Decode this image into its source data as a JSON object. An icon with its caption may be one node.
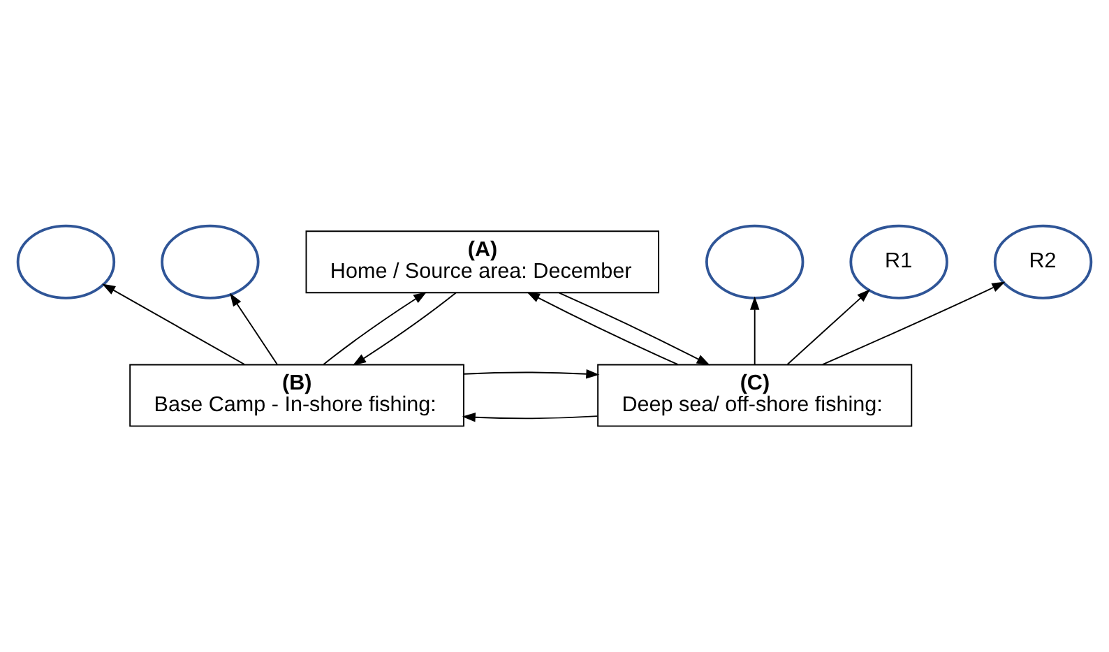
{
  "diagram": {
    "nodes": [
      {
        "text": [],
        "shape": "circle"
      },
      {
        "text": [],
        "shape": "circle"
      },
      {
        "text": [],
        "shape": "circle"
      },
      {
        "text": [
          "R1"
        ]
      },
      {
        "text": [
          "R2"
        ]
      },
      {
        "text": [
          "(B)",
          "Base Camp - In-shore fishing:"
        ]
      },
      {
        "text": [
          "(C)",
          "Deep sea/ off-shore fishing:"
        ]
      },
      {
        "text": [
          "(A)",
          "Home / Source area: December"
        ]
      }
    ],
    "edges": [
      {
        "from": 5,
        "to": 0,
        "arrow": "to"
      },
      {
        "from": 5,
        "to": 1,
        "arrow": "to"
      },
      {
        "from": 6,
        "to": 2,
        "arrow": "to"
      },
      {
        "from": 6,
        "to": 3,
        "arrow": "to"
      },
      {
        "from": 6,
        "to": 4,
        "arrow": "to"
      },
      {
        "from": 5,
        "to": 6,
        "arrow": "to"
      },
      {
        "from": 6,
        "to": 5,
        "arrow": "to"
      },
      {
        "from": 5,
        "to": 7,
        "arrow": "to"
      },
      {
        "from": 7,
        "to": 5,
        "arrow": "to"
      },
      {
        "from": 7,
        "to": 6,
        "arrow": "to"
      },
      {
        "from": 6,
        "to": 7,
        "arrow": "to"
      }
    ]
  }
}
